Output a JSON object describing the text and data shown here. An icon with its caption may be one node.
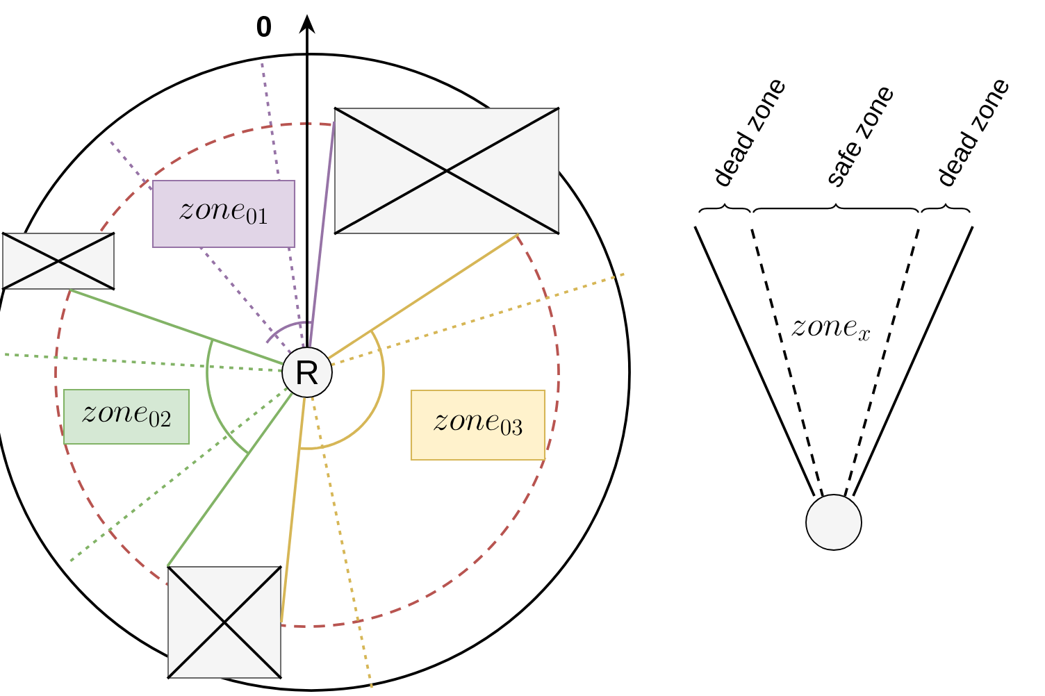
{
  "diagram": {
    "nodes": [
      {
        "text": [
          "0"
        ]
      },
      {
        "text": [],
        "shape": "box"
      },
      {
        "text": [
          "zone_{01}"
        ]
      },
      {
        "text": [],
        "shape": "box"
      },
      {
        "text": [
          "R"
        ]
      },
      {
        "text": [
          "zone_{02}"
        ]
      },
      {
        "text": [
          "zone_{03}"
        ]
      },
      {
        "text": [],
        "shape": "box"
      },
      {
        "text": [],
        "shape": "circle"
      }
    ],
    "edges": [
      {
        "from": 4,
        "to": 0,
        "arrow": "to",
        "color": "#000000"
      },
      {
        "from": 4,
        "to": 1,
        "arrow": "none",
        "color": "#9673a6"
      },
      {
        "from": 4,
        "to": 3,
        "arrow": "none",
        "color": "#82b366"
      },
      {
        "from": 4,
        "to": 7,
        "arrow": "none",
        "color": "#82b366"
      },
      {
        "from": 4,
        "to": 1,
        "arrow": "none",
        "color": "#d6b656"
      },
      {
        "from": 4,
        "to": 7,
        "arrow": "none",
        "color": "#d6b656"
      }
    ],
    "labels": [
      "dead zone",
      "safe zone",
      "dead zone",
      "zone_x"
    ]
  }
}
